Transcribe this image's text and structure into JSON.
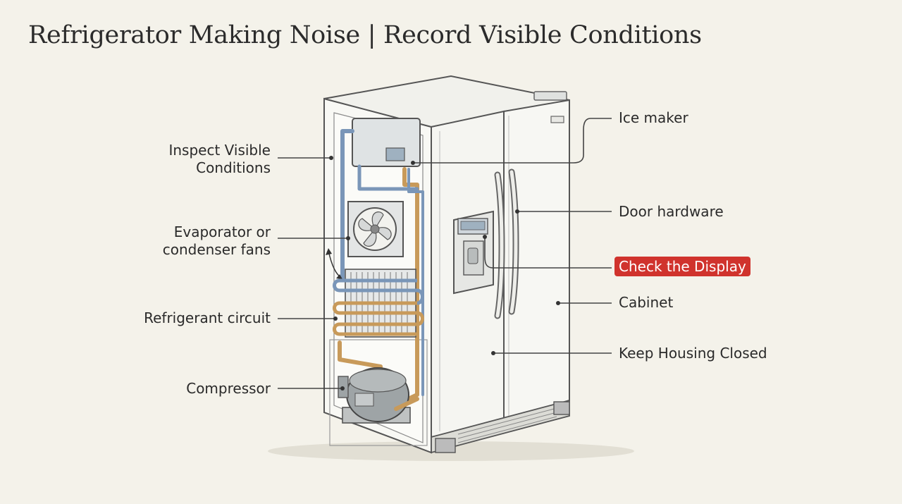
{
  "title": "Refrigerator Making Noise | Record Visible Conditions",
  "labels_left": {
    "inspect_l1": "Inspect Visible",
    "inspect_l2": "Conditions",
    "fans_l1": "Evaporator or",
    "fans_l2": "condenser fans",
    "circuit": "Refrigerant circuit",
    "compressor": "Compressor"
  },
  "labels_right": {
    "ice_maker": "Ice maker",
    "door_hardware": "Door hardware",
    "check_display": "Check the Display",
    "cabinet": "Cabinet",
    "keep_closed": "Keep Housing Closed"
  },
  "colors": {
    "highlight": "#d0332d",
    "coolant_tube": "#c89a5a",
    "blue_tube": "#7a96b8"
  }
}
